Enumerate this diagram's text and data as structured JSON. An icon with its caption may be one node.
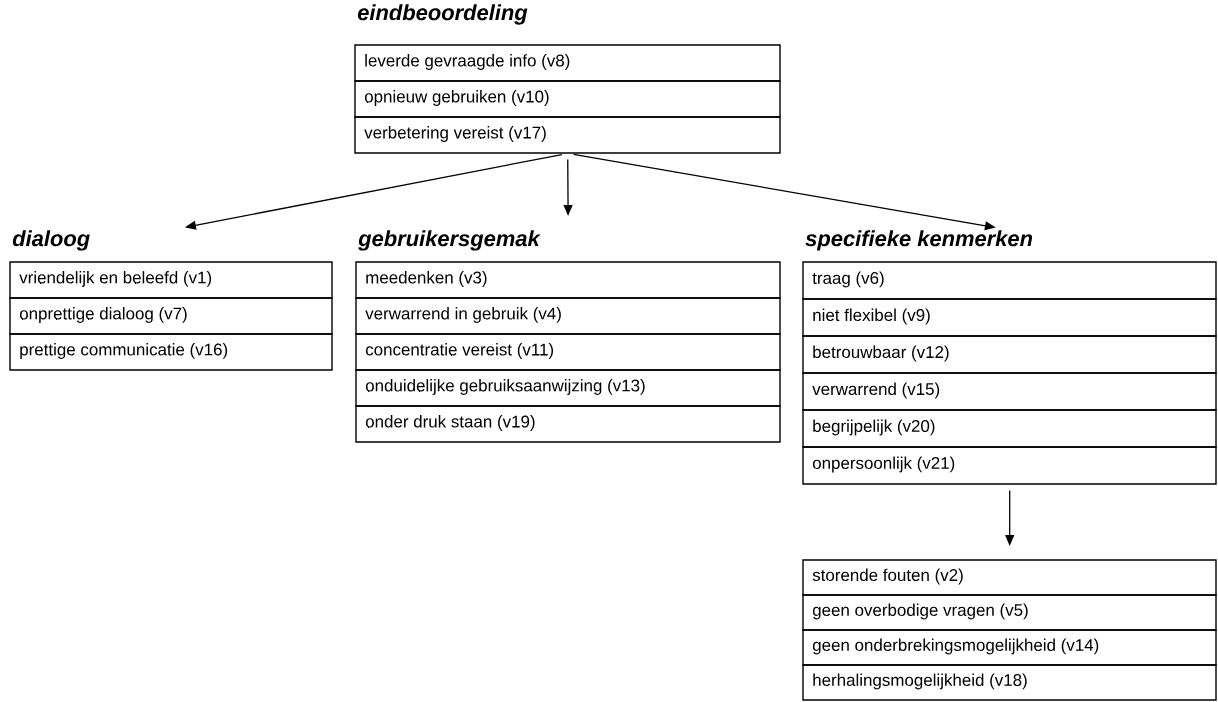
{
  "diagram": {
    "nodes": [
      {
        "text": [
          "eindbeoordeling",
          "leverde gevraagde info (v8)",
          "opnieuw gebruiken (v10)",
          "verbetering vereist (v17)"
        ]
      },
      {
        "text": [
          "dialoog",
          "vriendelijk en beleefd (v1)",
          "onprettige dialoog (v7)",
          "prettige communicatie (v16)"
        ]
      },
      {
        "text": [
          "gebruikersgemak",
          "meedenken (v3)",
          "verwarrend in gebruik (v4)",
          "concentratie vereist (v11)",
          "onduidelijke gebruiksaanwijzing (v13)",
          "onder druk staan (v19)"
        ]
      },
      {
        "text": [
          "specifieke kenmerken",
          "traag (v6)",
          "niet flexibel (v9)",
          "betrouwbaar (v12)",
          "verwarrend (v15)",
          "begrijpelijk (v20)",
          "onpersoonlijk (v21)"
        ]
      },
      {
        "text": [
          "storende fouten (v2)",
          "geen overbodige vragen (v5)",
          "geen onderbrekingsmogelijkheid (v14)",
          "herhalingsmogelijkheid (v18)"
        ]
      }
    ],
    "edges": [
      {
        "from": 0,
        "to": 1,
        "arrow": "to"
      },
      {
        "from": 0,
        "to": 2,
        "arrow": "to"
      },
      {
        "from": 0,
        "to": 3,
        "arrow": "to"
      },
      {
        "from": 3,
        "to": 4,
        "arrow": "to"
      }
    ]
  }
}
